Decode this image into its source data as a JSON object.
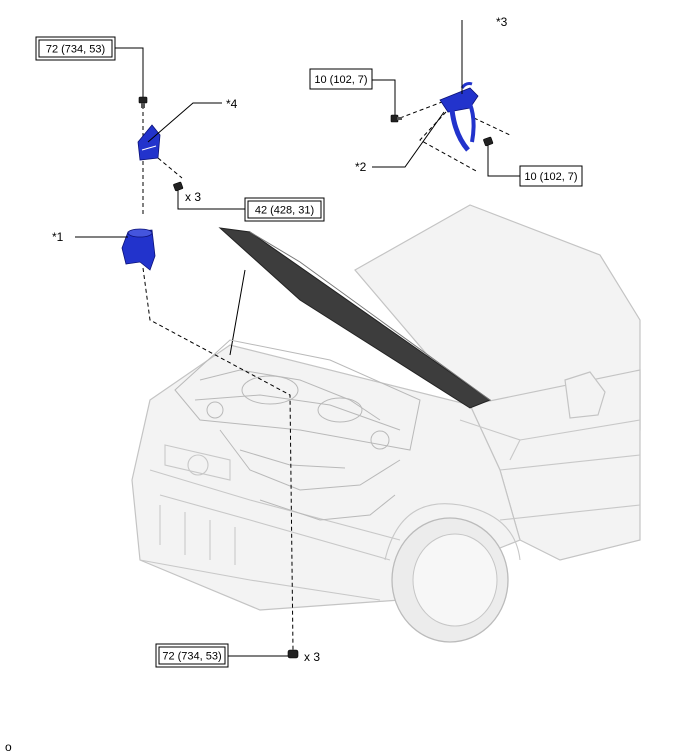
{
  "callouts": {
    "c1": "*1",
    "c2": "*2",
    "c3": "*3",
    "c4": "*4"
  },
  "torques": {
    "t_top_left": "72 (734, 53)",
    "t_mid": "42 (428, 31)",
    "t_right_upper": "10 (102, 7)",
    "t_right_lower": "10 (102, 7)",
    "t_bottom": "72 (734, 53)"
  },
  "quantities": {
    "q_mid": "x 3",
    "q_bottom": "x 3"
  },
  "footer": {
    "mark": "o"
  },
  "colors": {
    "part_blue": "#2233cc",
    "car_body": "#f3f3f3",
    "car_outline": "#c4c4c4"
  }
}
